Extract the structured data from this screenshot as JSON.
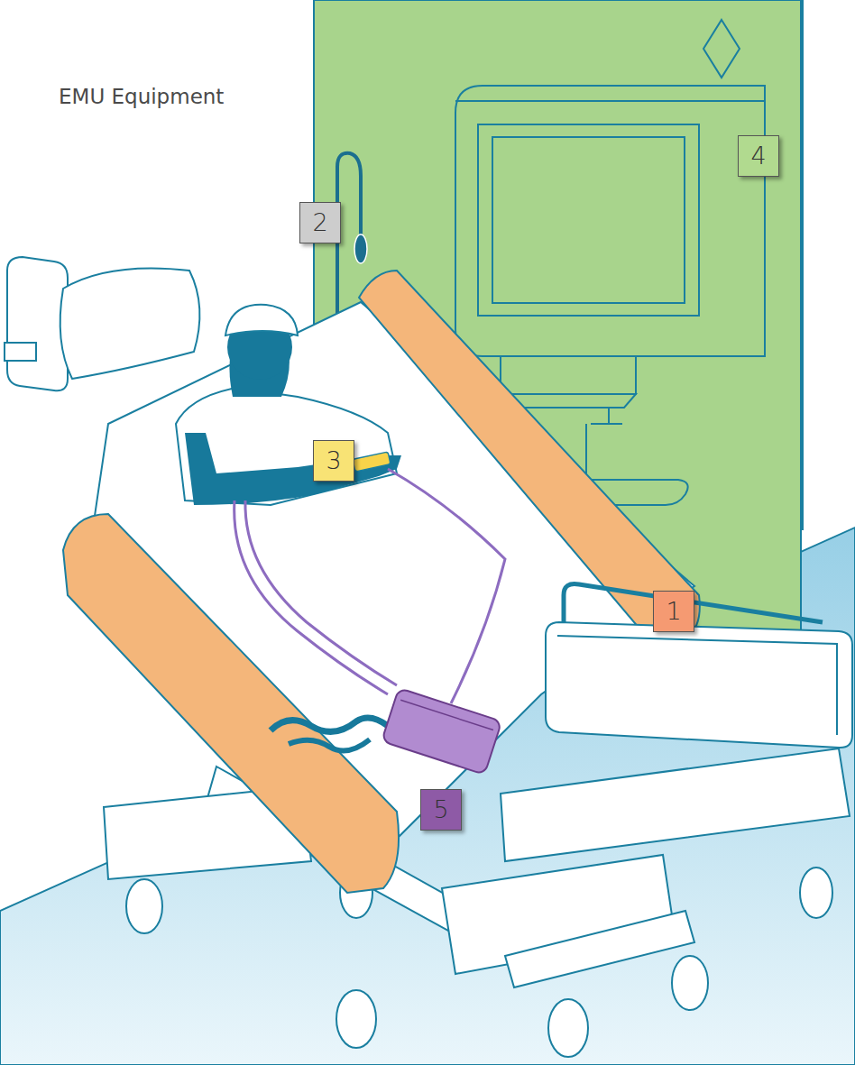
{
  "diagram": {
    "title": "EMU Equipment",
    "labels": [
      "1",
      "2",
      "3",
      "4",
      "5"
    ]
  }
}
